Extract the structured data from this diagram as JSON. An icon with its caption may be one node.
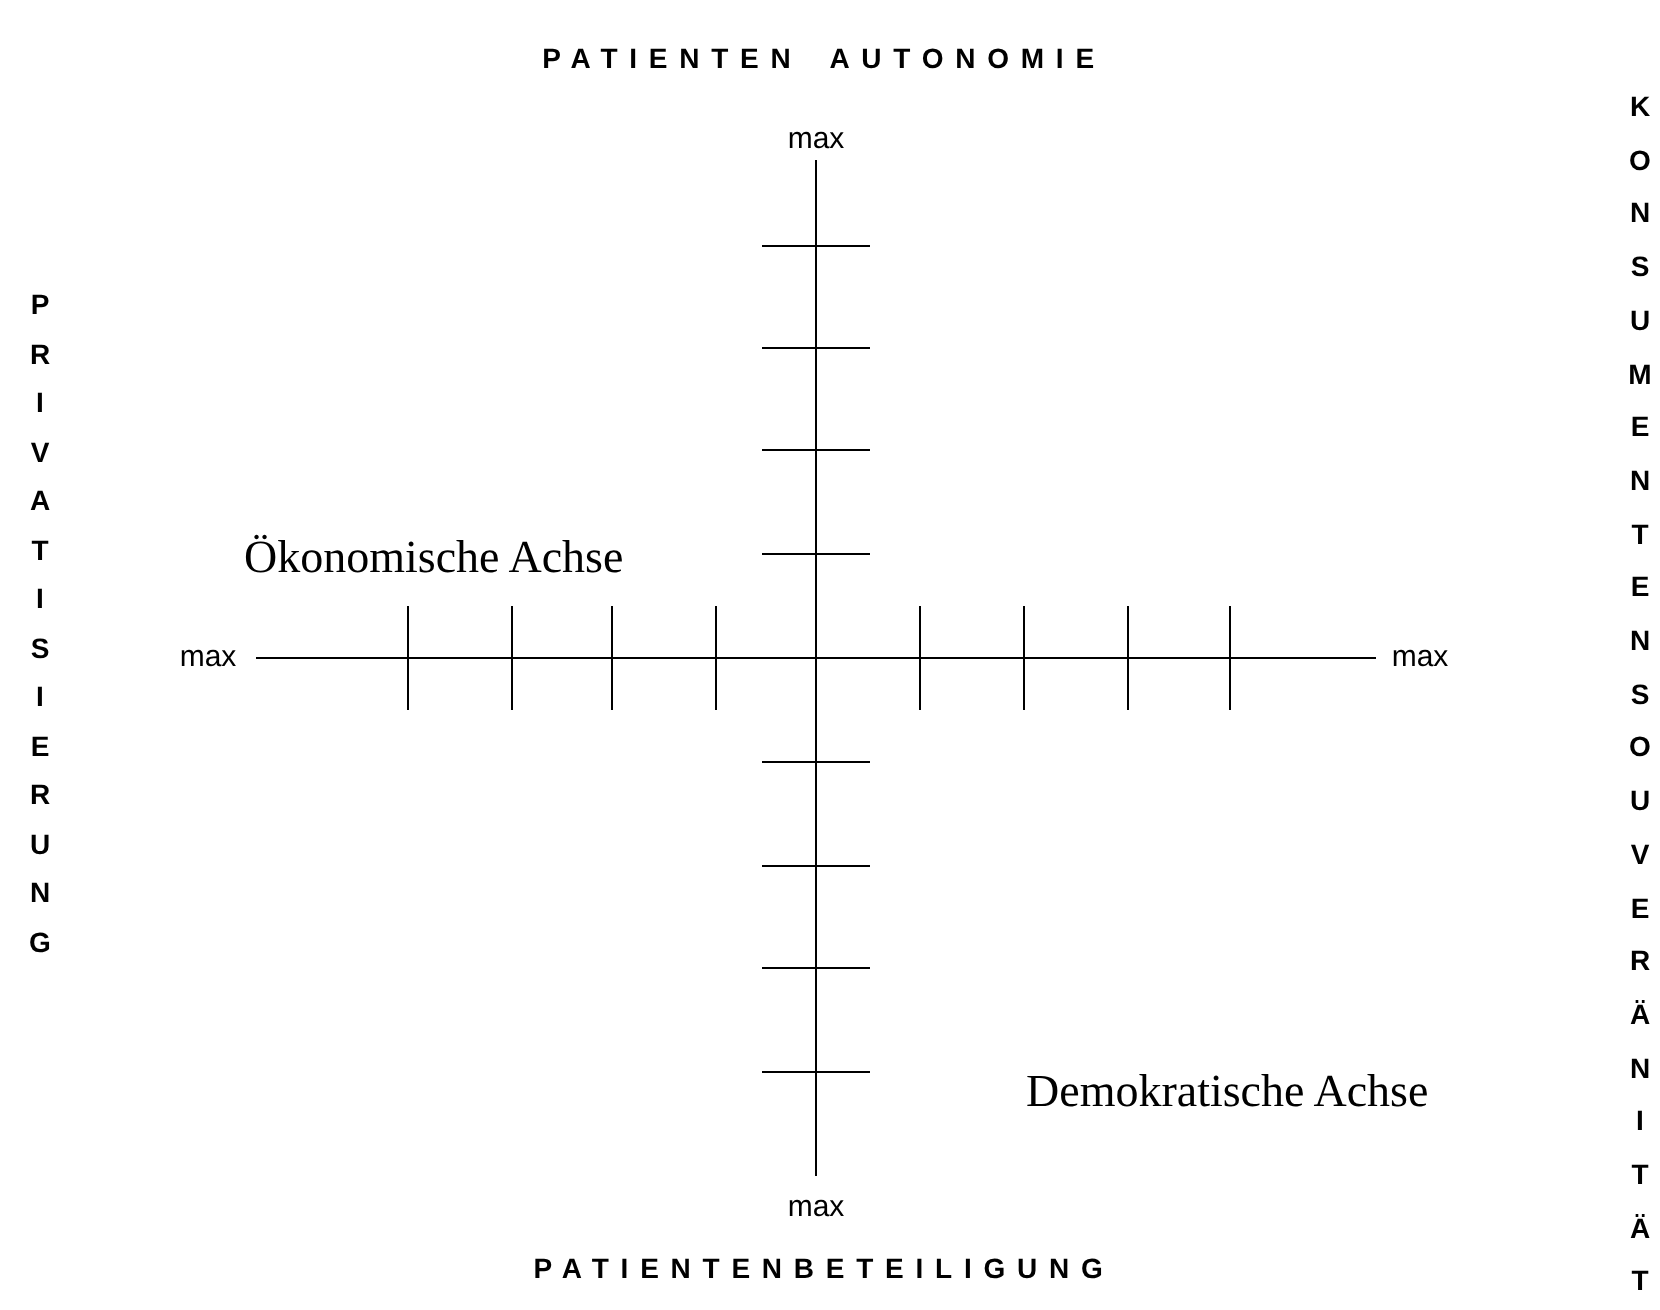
{
  "diagram": {
    "labels": [
      "PATIENTEN AUTONOMIE",
      "KONSUMENTENSOUVERÄNITÄT",
      "max",
      "PRIVATISIERUNG",
      "Ökonomische Achse",
      "max",
      "max",
      "Demokratische Achse",
      "max",
      "PATIENTENBETEILIGUNG"
    ]
  }
}
